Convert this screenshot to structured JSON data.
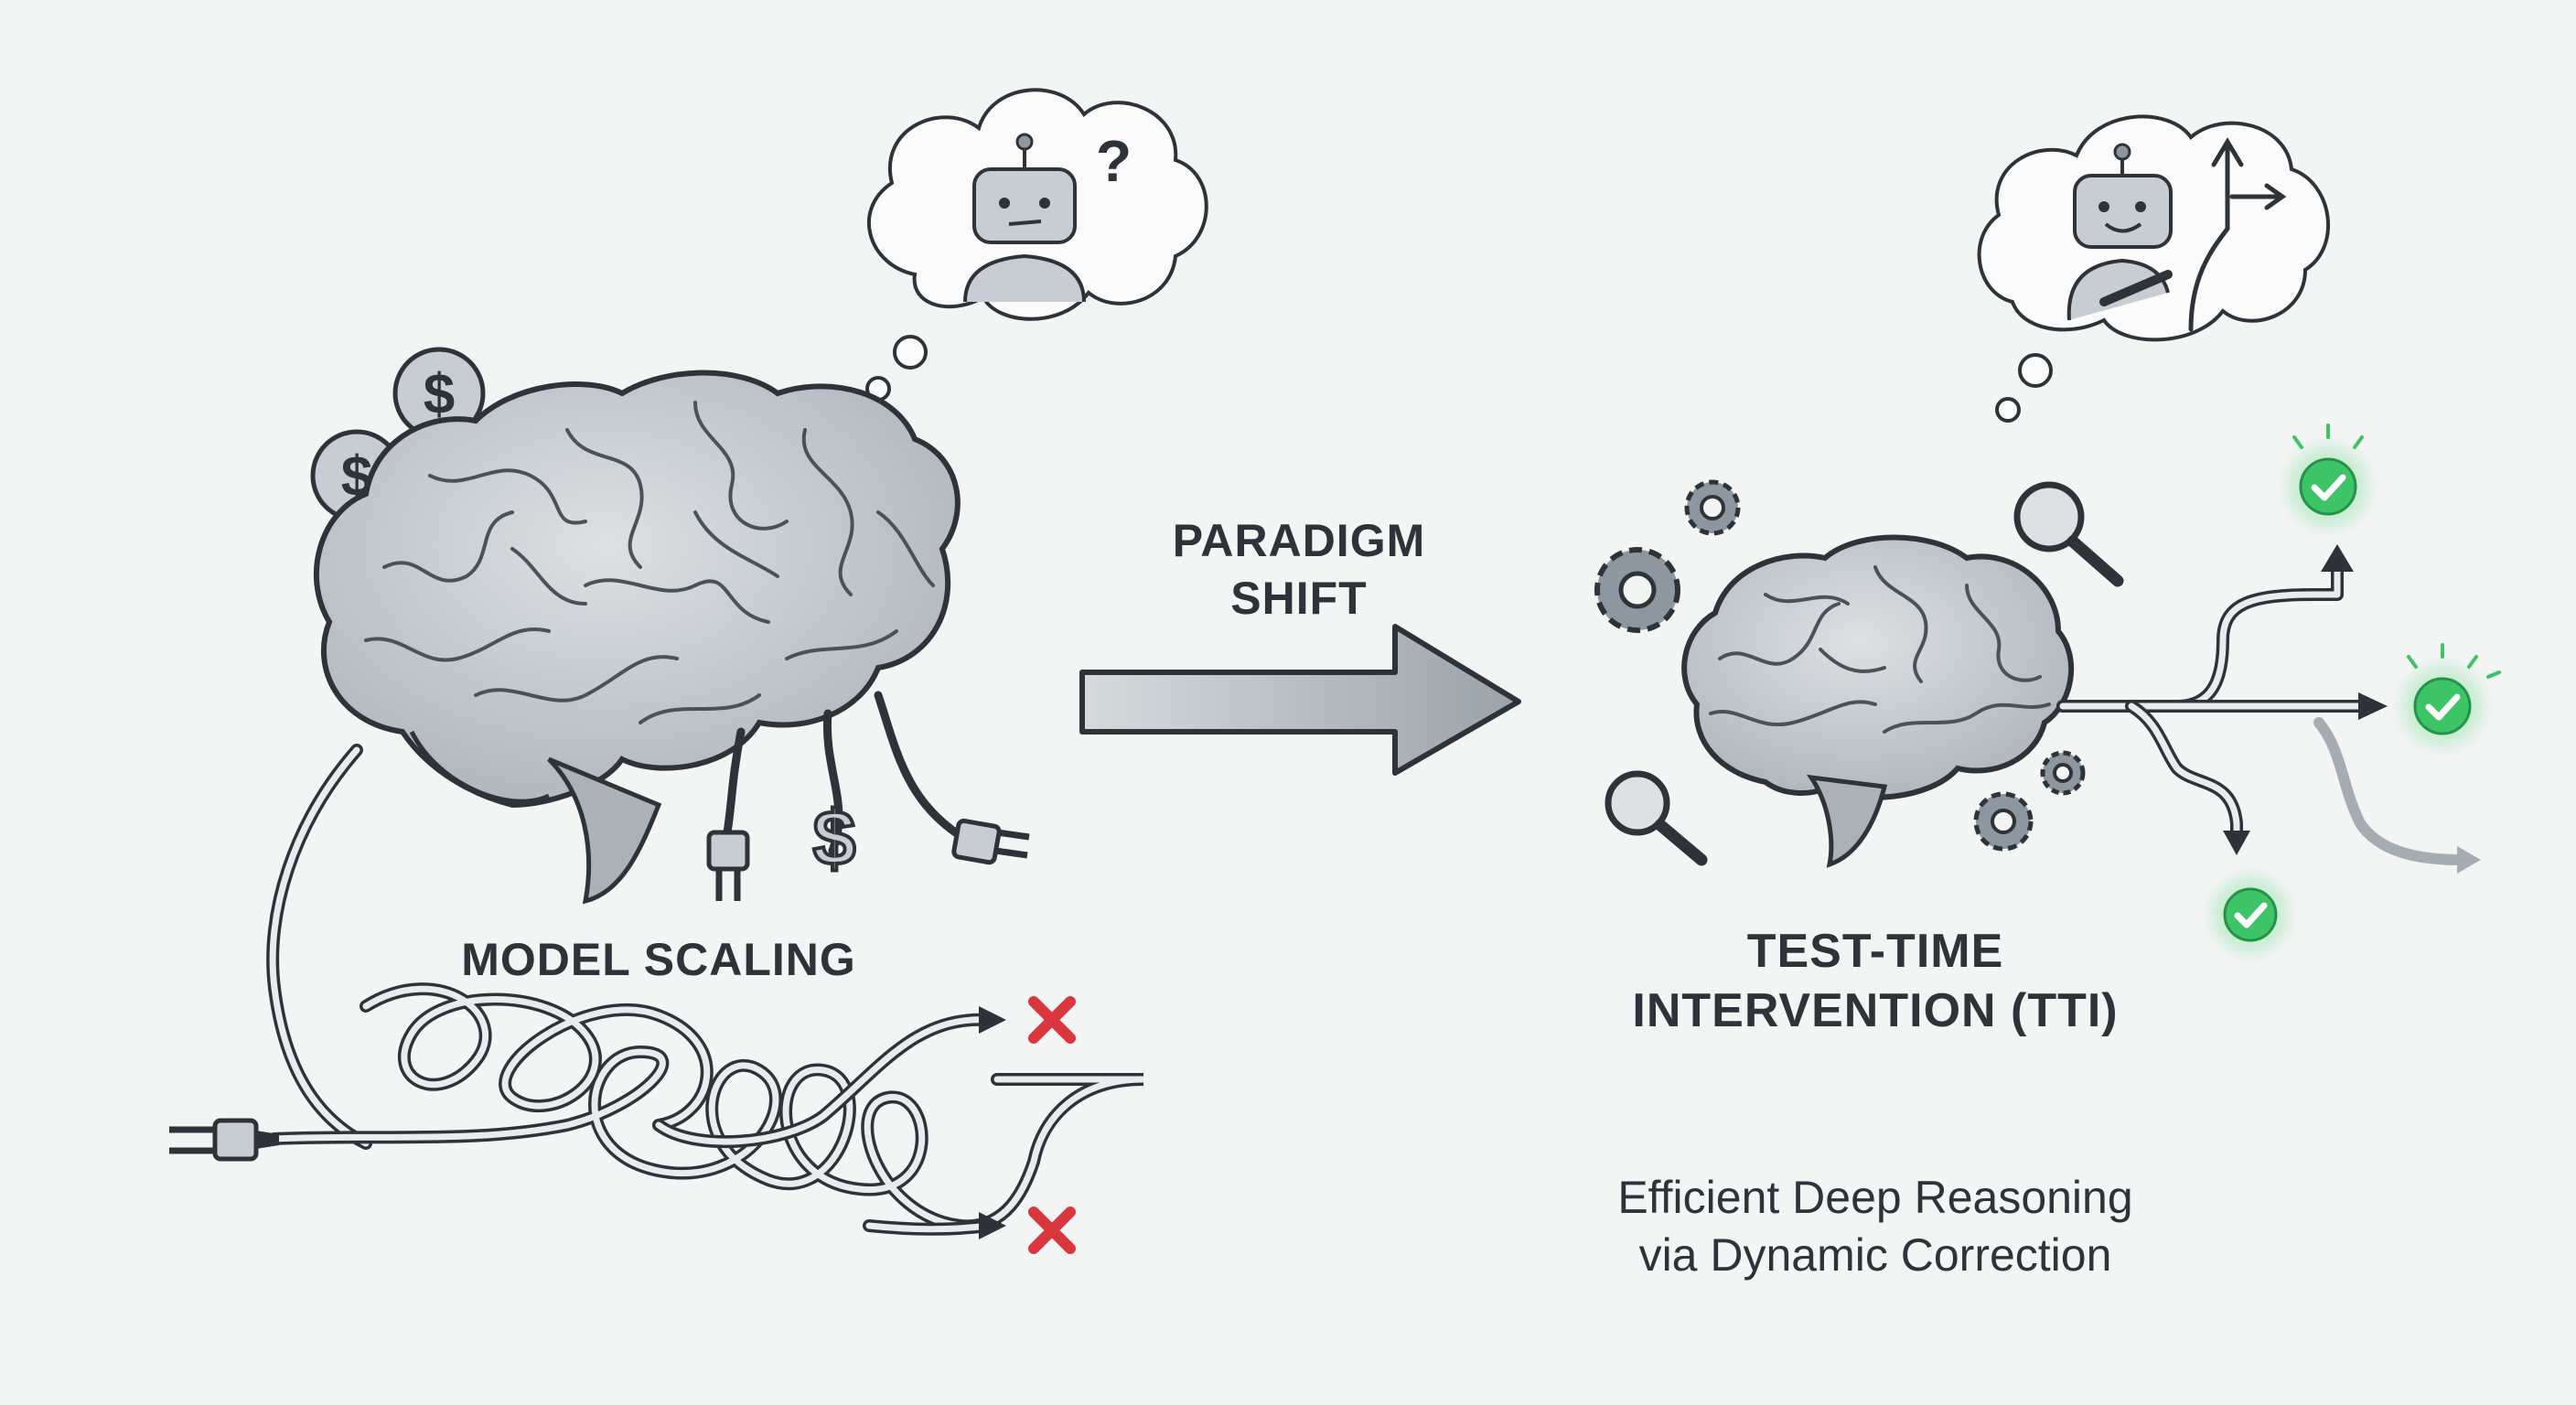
{
  "left_panel": {
    "label": "MODEL SCALING"
  },
  "center": {
    "arrow_label_line1": "PARADIGM",
    "arrow_label_line2": "SHIFT"
  },
  "right_panel": {
    "label_line1": "TEST-TIME",
    "label_line2": "INTERVENTION (TTI)",
    "tagline_line1": "Efficient Deep Reasoning",
    "tagline_line2": "via Dynamic Correction"
  },
  "icons": {
    "dollar_symbol": "$",
    "question_symbol": "?"
  },
  "colors": {
    "background": "#f3f4f4",
    "ink": "#2d3338",
    "brain_fill": "#c7cdd2",
    "success_green": "#3cc466",
    "failure_red": "#d9363e",
    "arrow_fill": "#b8bfc5"
  }
}
